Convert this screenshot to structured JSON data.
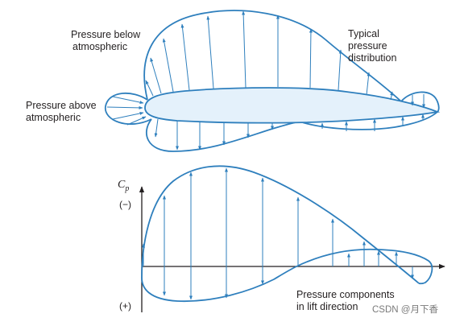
{
  "labels": {
    "below": [
      "Pressure below",
      "atmospheric"
    ],
    "above": [
      "Pressure above",
      "atmospheric"
    ],
    "typical": [
      "Typical",
      "pressure",
      "distribution"
    ],
    "components": [
      "Pressure components",
      "in lift direction"
    ]
  },
  "axis": {
    "cp_symbol": "C",
    "cp_subscript": "p",
    "negative": "(−)",
    "positive": "(+)"
  },
  "watermark": "CSDN @月下香",
  "colors": {
    "curve": "#2e7fbd",
    "airfoil_fill": "#e4f1fb",
    "text": "#231f20",
    "axis": "#231f20"
  }
}
